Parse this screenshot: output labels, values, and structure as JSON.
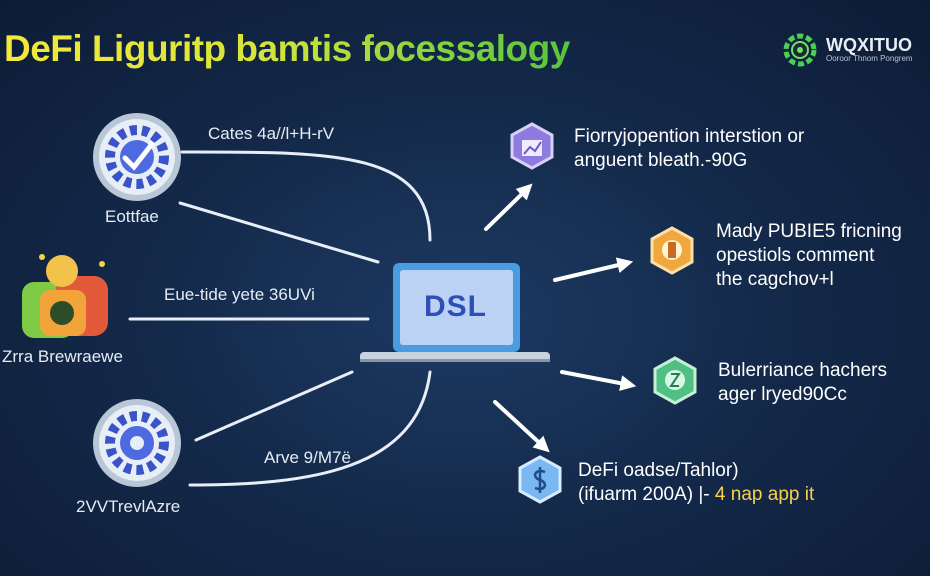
{
  "title": "DeFi Liguritp bamtis focessalogy",
  "brand": {
    "name": "WQXITUO",
    "tagline": "Ooroor Thnom Pongrem"
  },
  "left_nodes": [
    {
      "label": "Eottfae",
      "icon": "gear-check-icon"
    },
    {
      "label": "Zrra Brewraewe",
      "icon": "money-bag-icon"
    },
    {
      "label": "2VVTrevlAzre",
      "icon": "gear-icon"
    }
  ],
  "connector_labels": [
    "Cates 4a//l+H-rV",
    "Eue-tide yete 36UVi",
    "Arve 9/M7ë"
  ],
  "center": {
    "screen_text": "DSL",
    "icon": "laptop-icon"
  },
  "right_nodes": [
    {
      "line1": "Fiorryjopention interstion or",
      "line2": "anguent bleath.-90G",
      "icon": "chart-icon"
    },
    {
      "line1": "Mady PUBIE5 fricning",
      "line2": "opestiols comment",
      "line3": "the cagchov+l",
      "icon": "coin-icon"
    },
    {
      "line1": "Bulerriance hachers",
      "line2": "ager lryed90Cc",
      "icon": "dollar-shield-icon"
    },
    {
      "line1": "DeFi oadse/Tahlor)",
      "line2a": "(ifuarm 200A) |- ",
      "line2b": "4 nap app it",
      "icon": "dollar-icon"
    }
  ],
  "colors": {
    "background": "#142a4b",
    "title_start": "#f3e93a",
    "title_end": "#58c43c",
    "accent": "#f5d24a"
  }
}
